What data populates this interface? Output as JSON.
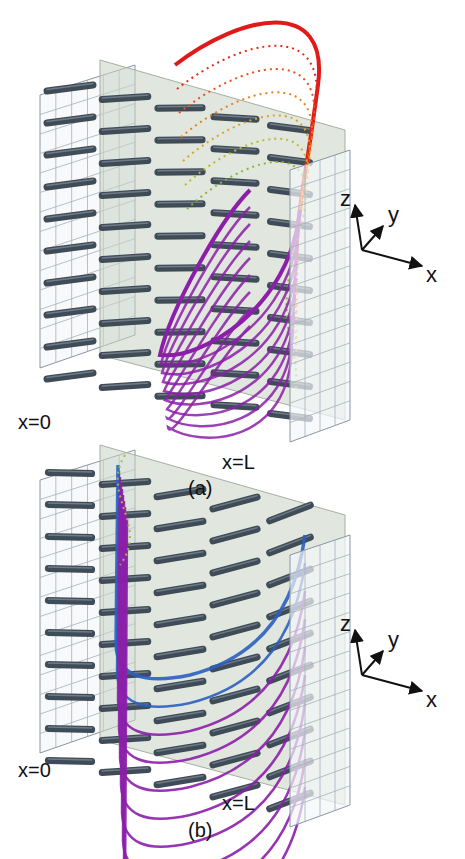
{
  "diagram": {
    "labels": [
      "x=0",
      "x=L",
      "(a)",
      "z",
      "y",
      "x",
      "x=0",
      "x=L",
      "(b)",
      "z",
      "y",
      "x"
    ]
  }
}
